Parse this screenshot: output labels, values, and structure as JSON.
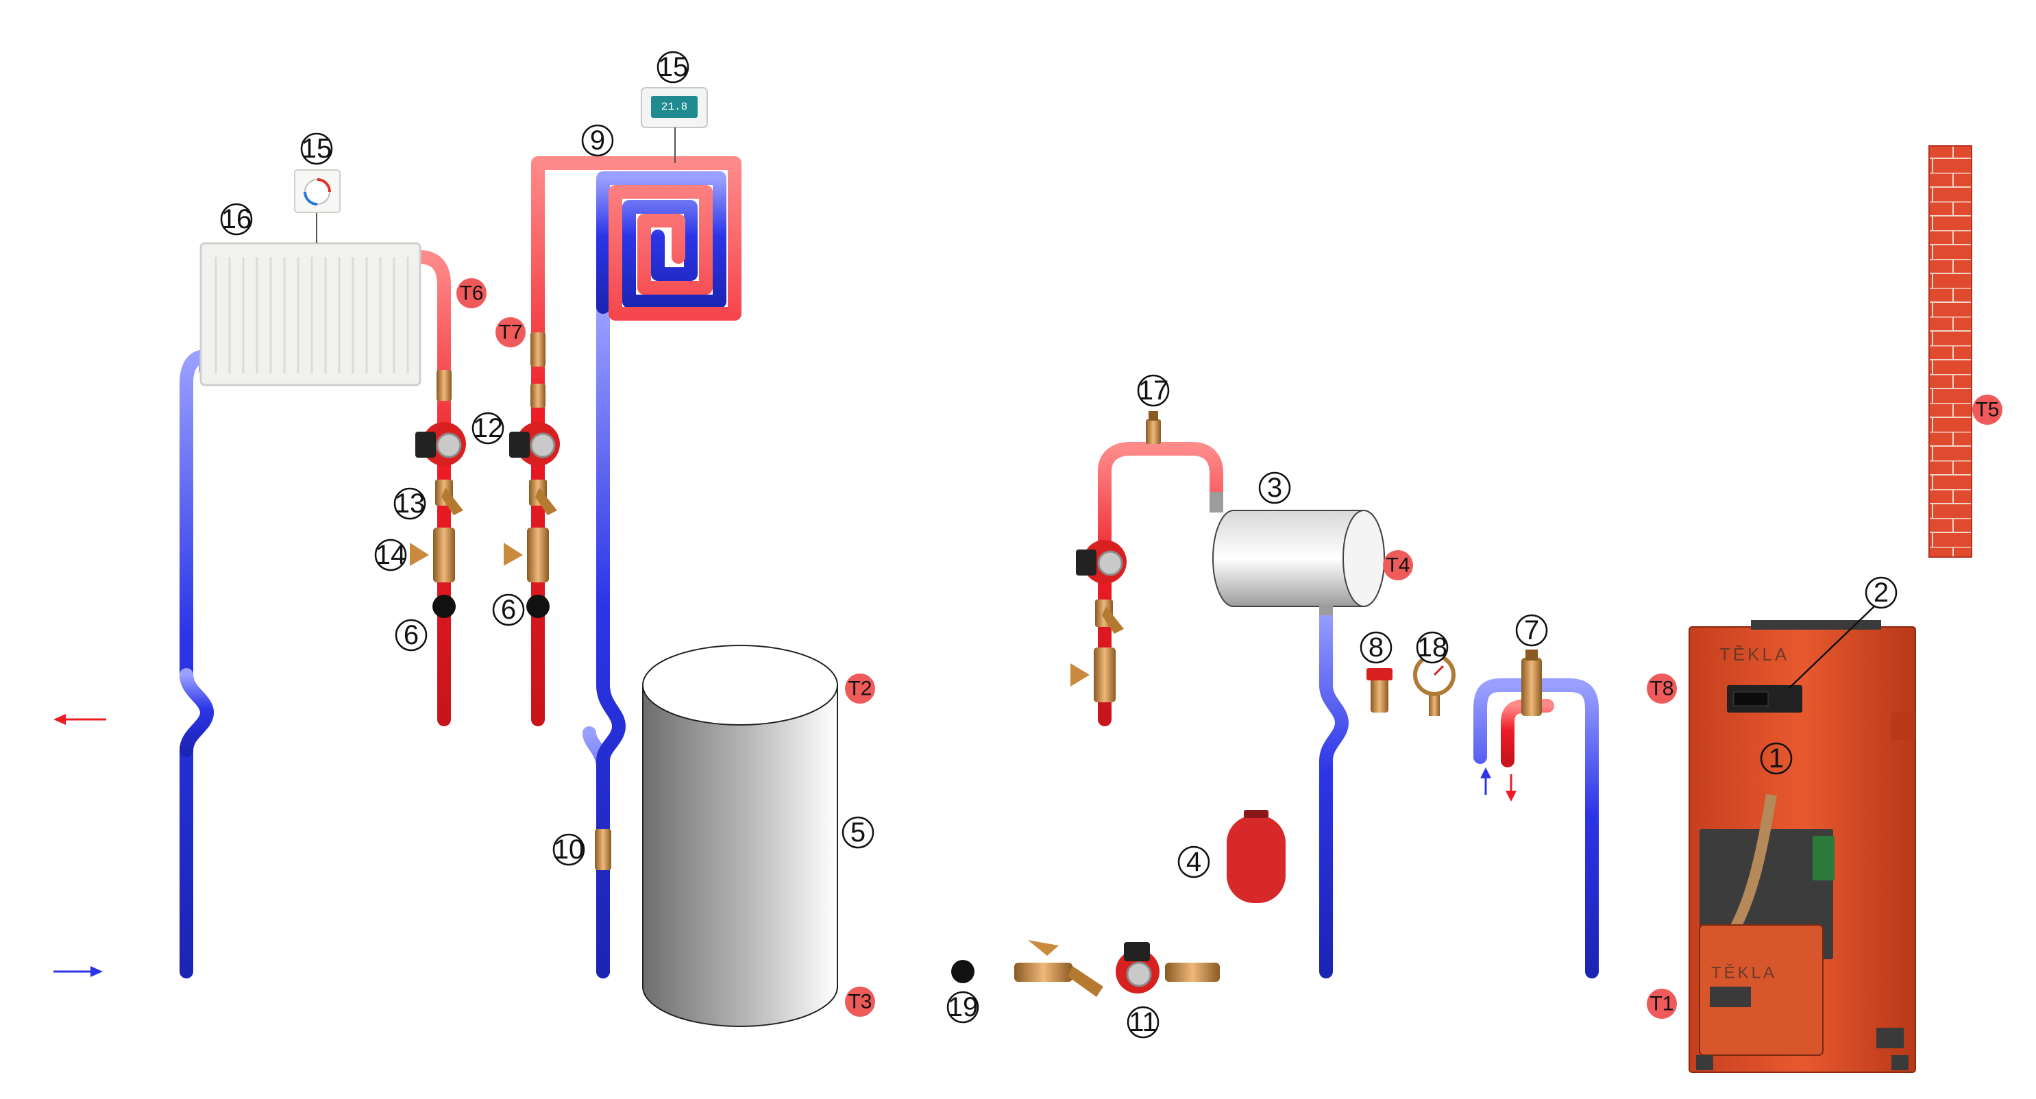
{
  "colors": {
    "hot": "#ee1c25",
    "cold": "#2b35e6",
    "boiler": "#e0502a",
    "brick": "#d8432b",
    "brass": "#c98a3e",
    "label_fill": "#ef5a5a"
  },
  "number_labels": [
    "1",
    "2",
    "3",
    "4",
    "5",
    "6",
    "6",
    "7",
    "8",
    "9",
    "10",
    "11",
    "12",
    "13",
    "14",
    "15",
    "15",
    "16",
    "17",
    "18",
    "19"
  ],
  "temperature_labels": [
    "T1",
    "T2",
    "T3",
    "T4",
    "T5",
    "T6",
    "T7",
    "T8"
  ],
  "boiler": {
    "brand": "TĔKLA",
    "burner_brand": "TĔKLA"
  },
  "room_thermostat": {
    "display": "21.8"
  },
  "icons": [
    "boiler",
    "controller",
    "hot-water-tank",
    "expansion-vessel",
    "buffer-tank",
    "mixing-valve",
    "safety-valve",
    "circulation-pump",
    "strainer",
    "ball-valve",
    "relief-valve",
    "pressure-gauge",
    "air-vent",
    "radiator",
    "underfloor-heating-loop",
    "thermostat",
    "brick-chimney",
    "supply-arrow",
    "return-arrow"
  ]
}
